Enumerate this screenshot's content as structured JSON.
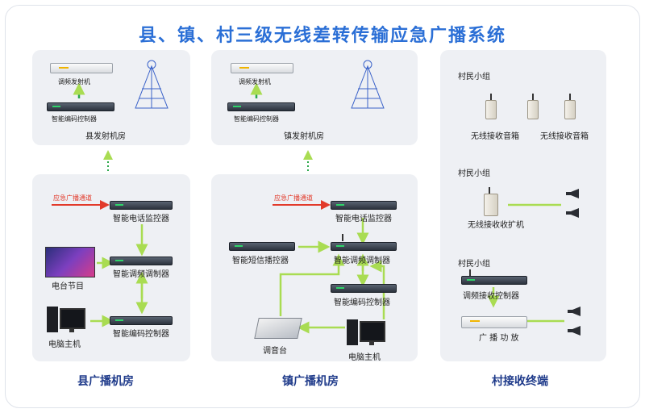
{
  "title": "县、镇、村三级无线差转传输应急广播系统",
  "county_tx": {
    "transmitter": "调频发射机",
    "encoder": "智能编码控制器",
    "room": "县发射机房"
  },
  "town_tx": {
    "transmitter": "调频发射机",
    "encoder": "智能编码控制器",
    "room": "镇发射机房"
  },
  "county_station": {
    "emergency_channel": "应急广播通道",
    "phone_monitor": "智能电话监控器",
    "fm_modulator": "智能调频调制器",
    "encoder": "智能编码控制器",
    "tv_program": "电台节目",
    "computer": "电脑主机",
    "room": "县广播机房"
  },
  "town_station": {
    "emergency_channel": "应急广播通道",
    "phone_monitor": "智能电话监控器",
    "sms_controller": "智能短信播控器",
    "fm_modulator": "智能调频调制器",
    "encoder": "智能编码控制器",
    "mixer": "调音台",
    "computer": "电脑主机",
    "room": "镇广播机房"
  },
  "village": {
    "group1": {
      "label": "村民小组",
      "box1": "无线接收音箱",
      "box2": "无线接收音箱"
    },
    "group2": {
      "label": "村民小组",
      "receiver": "无线接收收扩机"
    },
    "group3": {
      "label": "村民小组",
      "receiver": "调频接收控制器",
      "amplifier": "广 播 功 放"
    },
    "room": "村接收终端"
  },
  "colors": {
    "title": "#2b6fd6",
    "flow": "#a9dc52",
    "emergency": "#e23a2a",
    "footer": "#1e3a8a",
    "panel": "#eef0f4"
  }
}
